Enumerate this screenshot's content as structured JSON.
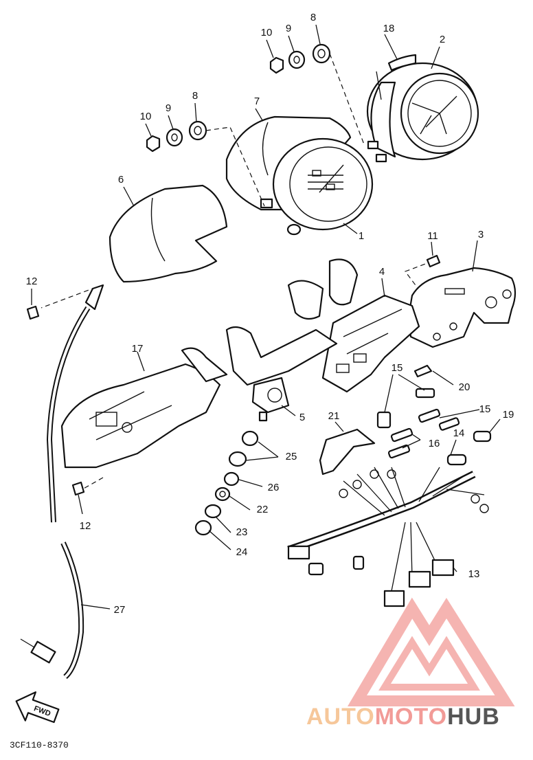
{
  "diagram_code": "3CF110-8370",
  "direction_label": "FWD",
  "watermark": {
    "part1": "AUTO",
    "part2": "MOTO",
    "part3": "HUB",
    "color1": "#f6c79a",
    "color2": "#f29b97",
    "color3": "#555555"
  },
  "callouts": [
    "1",
    "2",
    "3",
    "4",
    "5",
    "6",
    "7",
    "8",
    "9",
    "10",
    "11",
    "12",
    "13",
    "14",
    "15",
    "16",
    "17",
    "18",
    "19",
    "20",
    "21",
    "22",
    "23",
    "24",
    "25",
    "26",
    "27"
  ],
  "labels": {
    "n1": "1",
    "n2": "2",
    "n3": "3",
    "n4": "4",
    "n5": "5",
    "n6": "6",
    "n7": "7",
    "n8a": "8",
    "n8b": "8",
    "n9a": "9",
    "n9b": "9",
    "n10a": "10",
    "n10b": "10",
    "n11": "11",
    "n12a": "12",
    "n12b": "12",
    "n13": "13",
    "n14": "14",
    "n15a": "15",
    "n15b": "15",
    "n16": "16",
    "n17": "17",
    "n18": "18",
    "n19": "19",
    "n20": "20",
    "n21": "21",
    "n22": "22",
    "n23": "23",
    "n24": "24",
    "n25": "25",
    "n26": "26",
    "n27": "27"
  }
}
